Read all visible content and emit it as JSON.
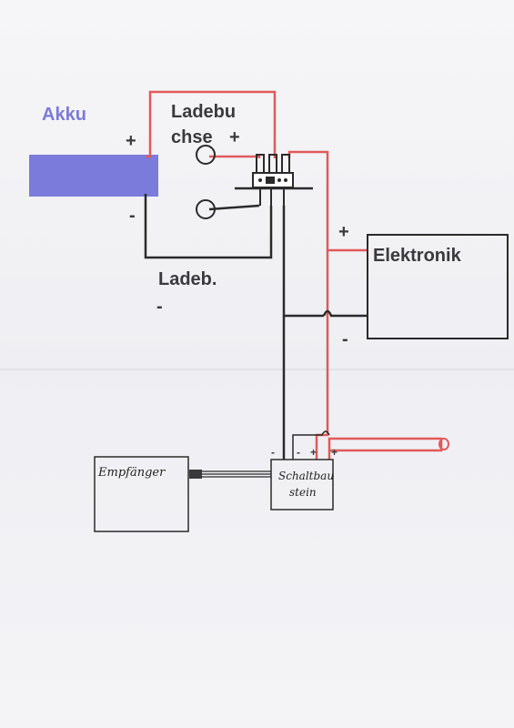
{
  "diagram": {
    "akku": {
      "label": "Akku",
      "plus": "+",
      "minus": "-",
      "color": "#7b7bdb"
    },
    "ladebuchse": {
      "label_line1": "Ladebu",
      "label_line2": "chse",
      "plus": "+"
    },
    "ladeb_minus": {
      "label": "Ladeb.",
      "minus": "-"
    },
    "elektronik": {
      "label": "Elektronik",
      "plus": "+",
      "minus": "-"
    },
    "empfaenger": {
      "label": "Empfänger"
    },
    "schaltbaustein": {
      "label_line1": "Schaltbau",
      "label_line2": "stein",
      "pins": [
        "-",
        "-",
        "+",
        "+"
      ]
    },
    "wire_colors": {
      "positive": "#e05a5a",
      "negative": "#2a2a2a"
    }
  }
}
